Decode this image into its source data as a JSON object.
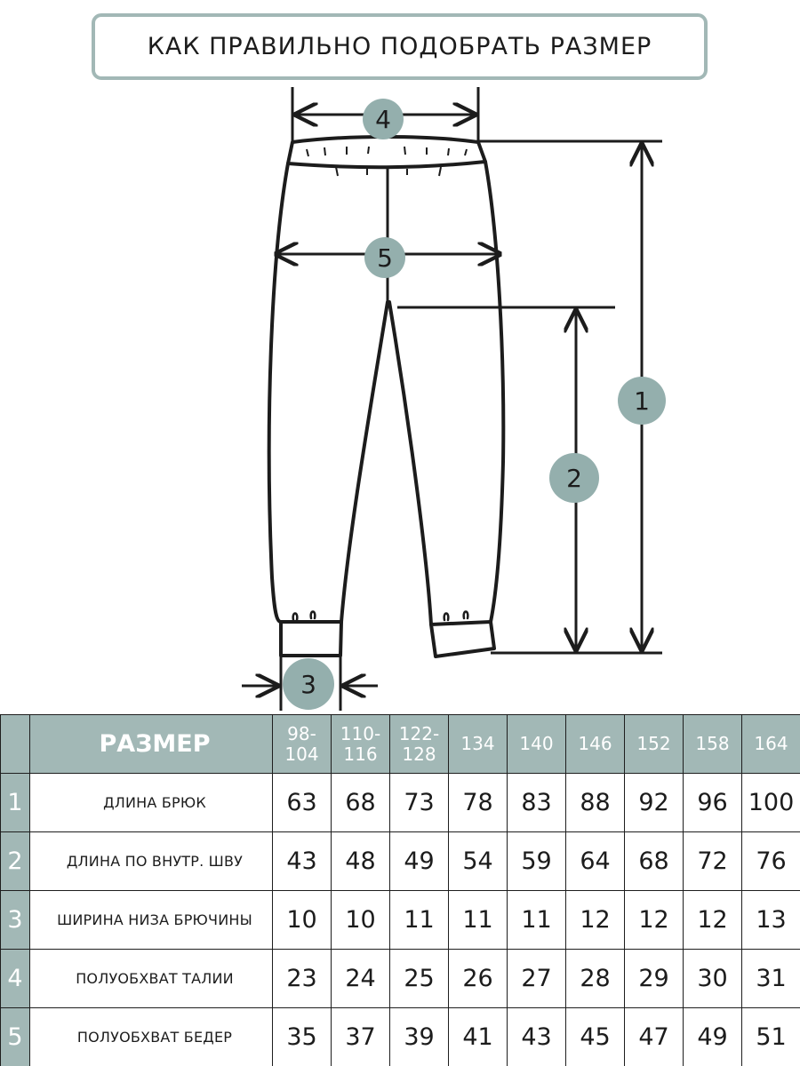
{
  "title": "КАК ПРАВИЛЬНО ПОДОБРАТЬ РАЗМЕР",
  "diagram": {
    "markers": [
      "1",
      "2",
      "3",
      "4",
      "5"
    ]
  },
  "table": {
    "header_label": "РАЗМЕР",
    "sizes": [
      "98-104",
      "110-116",
      "122-128",
      "134",
      "140",
      "146",
      "152",
      "158",
      "164"
    ],
    "rows": [
      {
        "index": "1",
        "label": "ДЛИНА БРЮК",
        "values": [
          "63",
          "68",
          "73",
          "78",
          "83",
          "88",
          "92",
          "96",
          "100"
        ]
      },
      {
        "index": "2",
        "label": "ДЛИНА ПО ВНУТР. ШВУ",
        "values": [
          "43",
          "48",
          "49",
          "54",
          "59",
          "64",
          "68",
          "72",
          "76"
        ]
      },
      {
        "index": "3",
        "label": "ШИРИНА НИЗА БРЮЧИНЫ",
        "values": [
          "10",
          "10",
          "11",
          "11",
          "11",
          "12",
          "12",
          "12",
          "13"
        ]
      },
      {
        "index": "4",
        "label": "ПОЛУОБХВАТ ТАЛИИ",
        "values": [
          "23",
          "24",
          "25",
          "26",
          "27",
          "28",
          "29",
          "30",
          "31"
        ]
      },
      {
        "index": "5",
        "label": "ПОЛУОБХВАТ БЕДЕР",
        "values": [
          "35",
          "37",
          "39",
          "41",
          "43",
          "45",
          "47",
          "49",
          "51"
        ]
      }
    ]
  },
  "colors": {
    "accent": "#a2b8b6",
    "badge": "#94afad",
    "ink": "#1c1c1c"
  }
}
